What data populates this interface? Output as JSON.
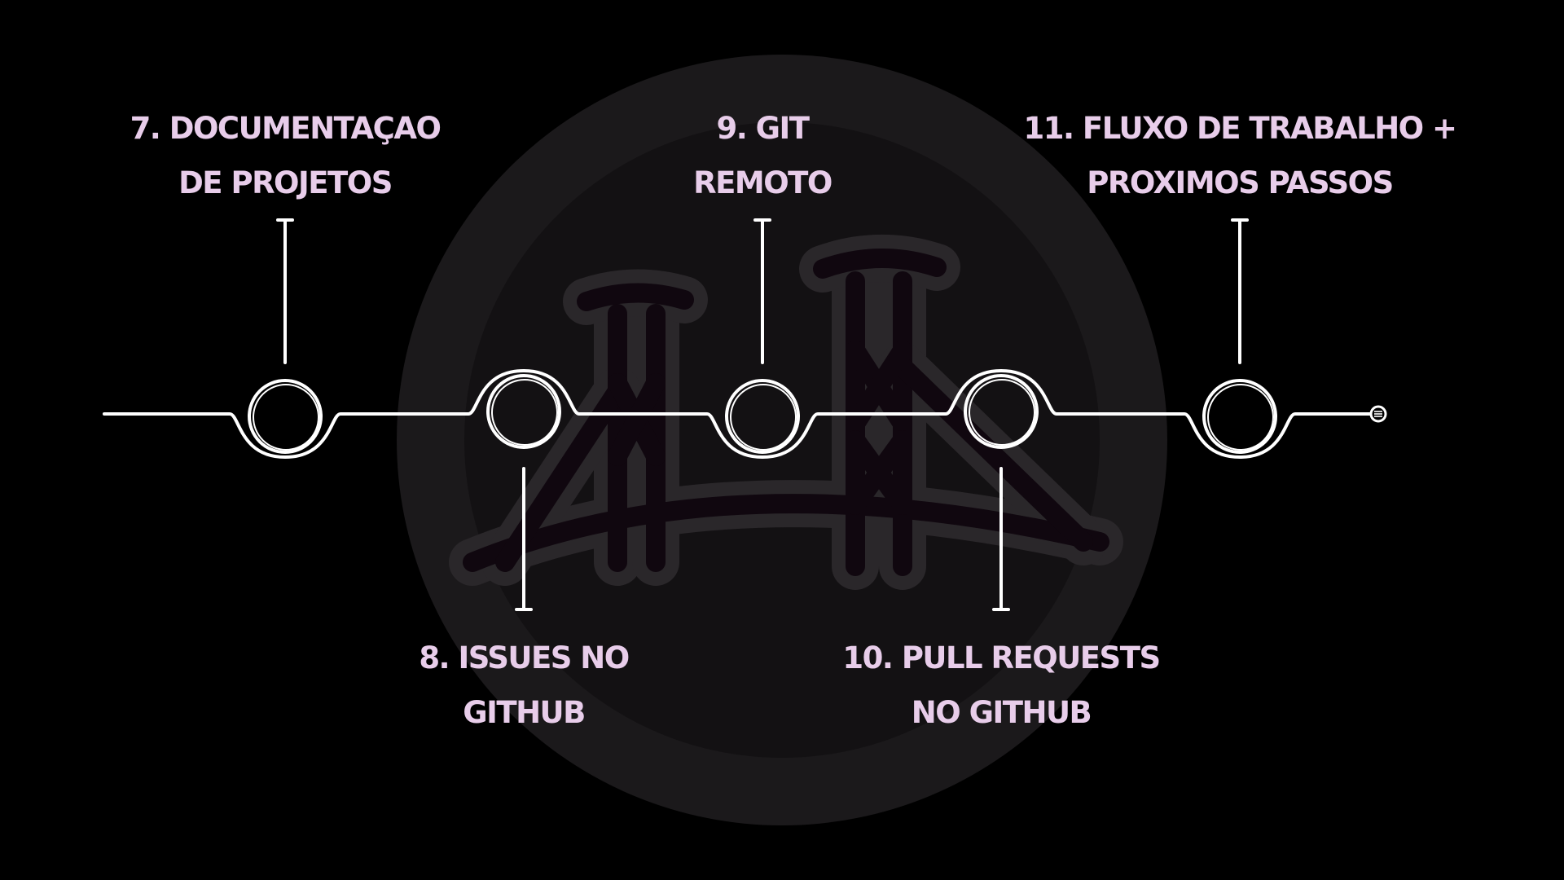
{
  "colors": {
    "background": "#000000",
    "label_text": "#e8cdea",
    "timeline_stroke": "#ffffff",
    "watermark_ring": "#1b191b",
    "watermark_inner": "#131113",
    "watermark_bridge": "#10070f",
    "watermark_bridge_outline": "#2a272a"
  },
  "watermark": {
    "icon": "bridge-logo-icon"
  },
  "timeline": {
    "end_icon": "menu-lines-icon",
    "milestones": [
      {
        "lines": [
          "7. DOCUMENTAÇAO",
          "DE PROJETOS"
        ],
        "position": "above"
      },
      {
        "lines": [
          "8. ISSUES NO",
          "GITHUB"
        ],
        "position": "below"
      },
      {
        "lines": [
          "9. GIT",
          "REMOTO"
        ],
        "position": "above"
      },
      {
        "lines": [
          "10. PULL REQUESTS",
          "NO GITHUB"
        ],
        "position": "below"
      },
      {
        "lines": [
          "11. FLUXO DE TRABALHO +",
          "PROXIMOS PASSOS"
        ],
        "position": "above"
      }
    ]
  }
}
